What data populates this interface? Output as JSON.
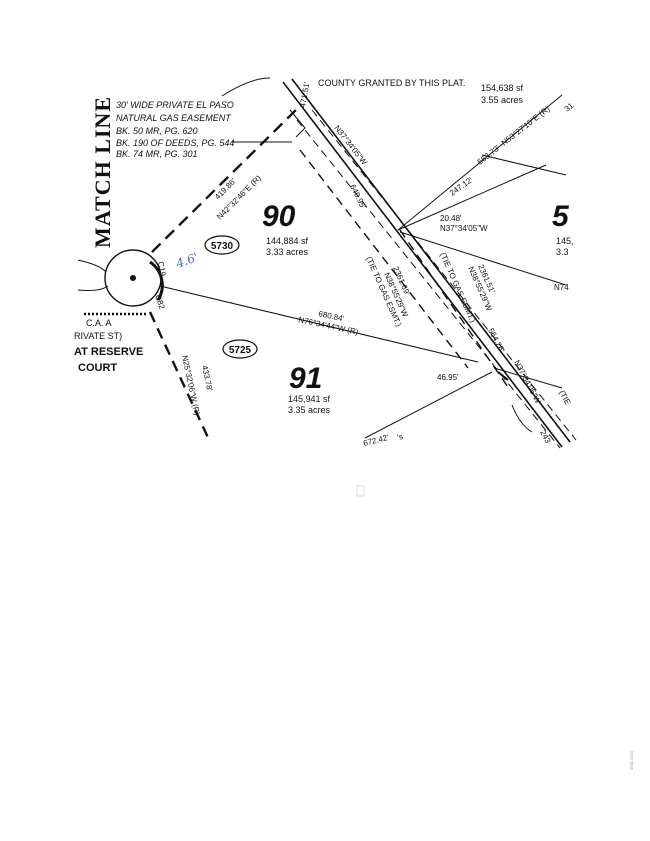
{
  "plat": {
    "match_line": "MATCH LINE",
    "county_note": "COUNTY GRANTED BY THIS PLAT.",
    "easement_note": [
      "30' WIDE PRIVATE EL PASO",
      "NATURAL GAS EASEMENT",
      "BK. 50 MR, PG. 620",
      "BK. 190 OF DEEDS, PG. 544",
      "BK. 74 MR, PG. 301"
    ],
    "lot_90": {
      "number": "90",
      "area_sf": "144,884 sf",
      "area_acres": "3.33 acres",
      "address": "5730"
    },
    "lot_91": {
      "number": "91",
      "area_sf": "145,941 sf",
      "area_acres": "3.35 acres",
      "address": "5725"
    },
    "lot_top": {
      "area_sf": "154,638 sf",
      "area_acres": "3.55 acres"
    },
    "lot_right": {
      "number_fragment": "5",
      "area_fragment": "145,",
      "acres_fragment": "3.3"
    },
    "street_labels": [
      "C.A. A",
      "RIVATE ST)",
      "AT RESERVE",
      "COURT"
    ],
    "bearings": {
      "n37_top": "N37°34'05\"W",
      "d471": "471.51'",
      "d419": "419.86'",
      "n42": "N42°32'46\"E (R)",
      "d640": "640.95'",
      "d563": "563.73'",
      "n53": "N53°27'10\"E (R)",
      "d247": "247.12'",
      "d2048": "20.48'",
      "n37_mid": "N37°34'05\"W",
      "d2361a": "2361.69'",
      "n38a": "N38°55'29\"W",
      "tie_a": "(TIE TO GAS ESMT.)",
      "d2361b": "2361.51'",
      "n38b": "N38°55'29\"W",
      "tie_b": "(TIE TO GAS ESMT.)",
      "d680": "680.84'",
      "n76": "N76°34'44\"W (R)",
      "d564": "564.26'",
      "n37_low": "N37°34'05\"W",
      "d4695": "46.95'",
      "d433": "433.78'",
      "n25": "N25°32'06\"W (R)",
      "d672": "672.42'",
      "d243": "243",
      "frag_n74": "N74",
      "frag_31": "31",
      "frag_tie": "(TIE",
      "c19": "C19",
      "c82": "C82",
      "tick": "'s"
    },
    "handwritten": "4.6'",
    "side_stamp": "0000 0000"
  }
}
